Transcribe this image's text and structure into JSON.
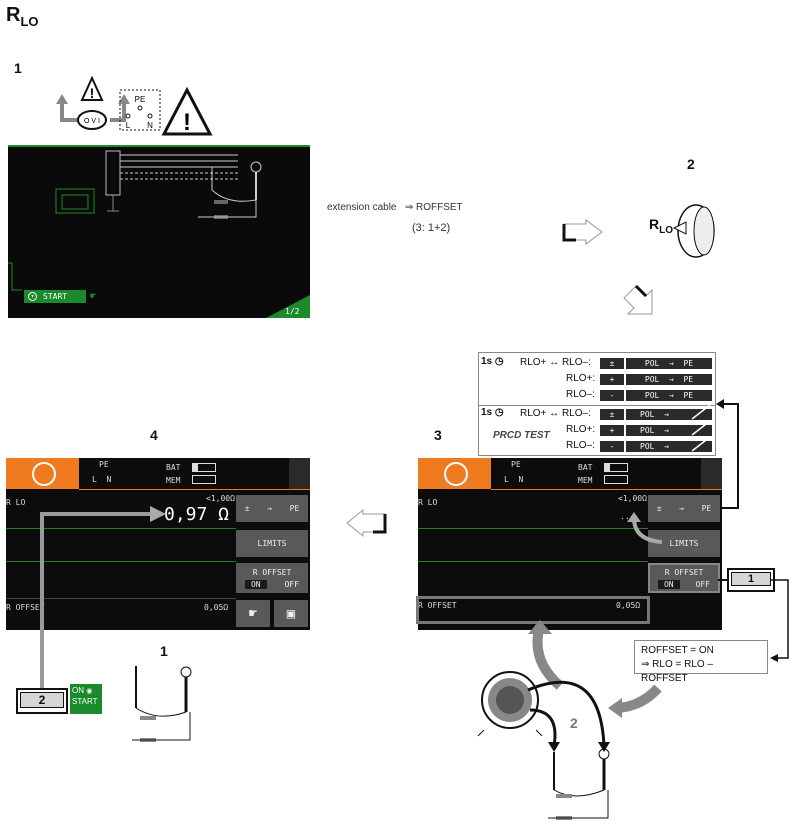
{
  "title": {
    "main": "R",
    "sub": "LO"
  },
  "steps": {
    "s1": "1",
    "s2": "2",
    "s3": "3",
    "s4": "4"
  },
  "warn_panel": {
    "pe": "PE",
    "l": "L",
    "n": "N",
    "ovi": "O V I"
  },
  "start_screen": {
    "start_label": "START",
    "page": "1/2"
  },
  "extension": {
    "text": "extension cable",
    "arrow_target": "⇒ ROFFSET",
    "note": "(3: 1+2)"
  },
  "rotary": {
    "label_main": "R",
    "label_sub": "LO"
  },
  "table": {
    "row1": {
      "time": "1s",
      "label": "RLO+ ↔ RLO–:",
      "c1": "±",
      "c2": "POL",
      "c3": "→",
      "c4": "PE"
    },
    "row2": {
      "label": "RLO+:",
      "c1": "+",
      "c2": "POL",
      "c3": "→",
      "c4": "PE"
    },
    "row3": {
      "label": "RLO–:",
      "c1": "-",
      "c2": "POL",
      "c3": "→",
      "c4": "PE"
    },
    "row4": {
      "time": "1s",
      "label": "RLO+ ↔ RLO–:",
      "c1": "±",
      "c2": "POL",
      "c3": "→"
    },
    "row5": {
      "label": "RLO+:",
      "c1": "+",
      "c2": "POL",
      "c3": "→"
    },
    "row6": {
      "label": "RLO–:",
      "c1": "-",
      "c2": "POL",
      "c3": "→"
    },
    "prcd": "PRCD TEST"
  },
  "screen4": {
    "pe": "PE",
    "l": "L",
    "n": "N",
    "bat": "BAT",
    "mem": "MEM",
    "rlo": "R LO",
    "limit": "<1,00Ω",
    "value": "0,97 Ω",
    "pol": "±",
    "arrow": "→",
    "pe_btn": "PE",
    "limits": "LIMITS",
    "roffset": "R OFFSET",
    "on": "ON",
    "off": "OFF",
    "roffset_label": "R OFFSET",
    "roffset_value": "0,05Ω"
  },
  "screen3": {
    "pe": "PE",
    "l": "L",
    "n": "N",
    "bat": "BAT",
    "mem": "MEM",
    "rlo": "R LO",
    "limit": "<1,00Ω",
    "dots": "...",
    "pol": "±",
    "arrow": "→",
    "pe_btn": "PE",
    "limits": "LIMITS",
    "roffset": "R OFFSET",
    "on": "ON",
    "off": "OFF",
    "roffset_label": "R OFFSET",
    "roffset_value": "0,05Ω"
  },
  "callouts": {
    "one": "1",
    "two": "2",
    "on": "ON",
    "start": "START",
    "probe1": "1",
    "probe2": "2"
  },
  "formula": {
    "line1": "ROFFSET = ON",
    "line2": "⇒ RLO = RLO – ROFFSET"
  },
  "colors": {
    "orange": "#f07a1e",
    "green": "#1a8a2a",
    "screen": "#0c0c0c",
    "button": "#595959"
  }
}
